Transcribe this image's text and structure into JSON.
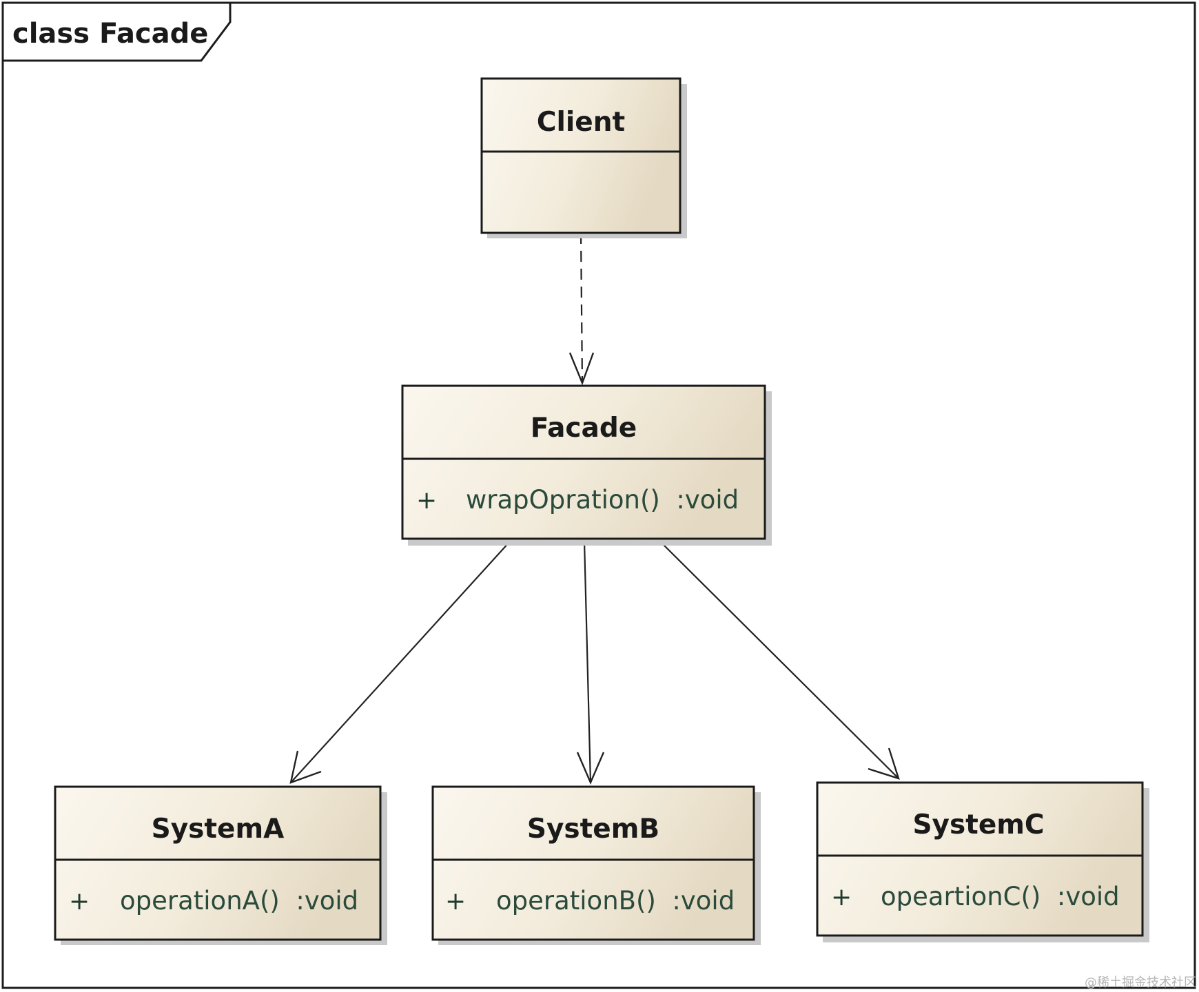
{
  "frame": {
    "label": "class Facade"
  },
  "classes": {
    "client": {
      "name": "Client"
    },
    "facade": {
      "name": "Facade",
      "op_visibility": "+",
      "op_signature": "wrapOpration()  :void"
    },
    "system_a": {
      "name": "SystemA",
      "op_visibility": "+",
      "op_signature": "operationA()  :void"
    },
    "system_b": {
      "name": "SystemB",
      "op_visibility": "+",
      "op_signature": "operationB()  :void"
    },
    "system_c": {
      "name": "SystemC",
      "op_visibility": "+",
      "op_signature": "opeartionC()  :void"
    }
  },
  "relations": [
    {
      "from": "Client",
      "to": "Facade",
      "kind": "dependency"
    },
    {
      "from": "Facade",
      "to": "SystemA",
      "kind": "association"
    },
    {
      "from": "Facade",
      "to": "SystemB",
      "kind": "association"
    },
    {
      "from": "Facade",
      "to": "SystemC",
      "kind": "association"
    }
  ],
  "watermark": "@稀土掘金技术社区",
  "colors": {
    "box_fill_light": "#faf6ee",
    "box_fill_dark": "#e6dcc6",
    "stroke": "#1a1a1a",
    "operation_text": "#2a4a3c"
  }
}
